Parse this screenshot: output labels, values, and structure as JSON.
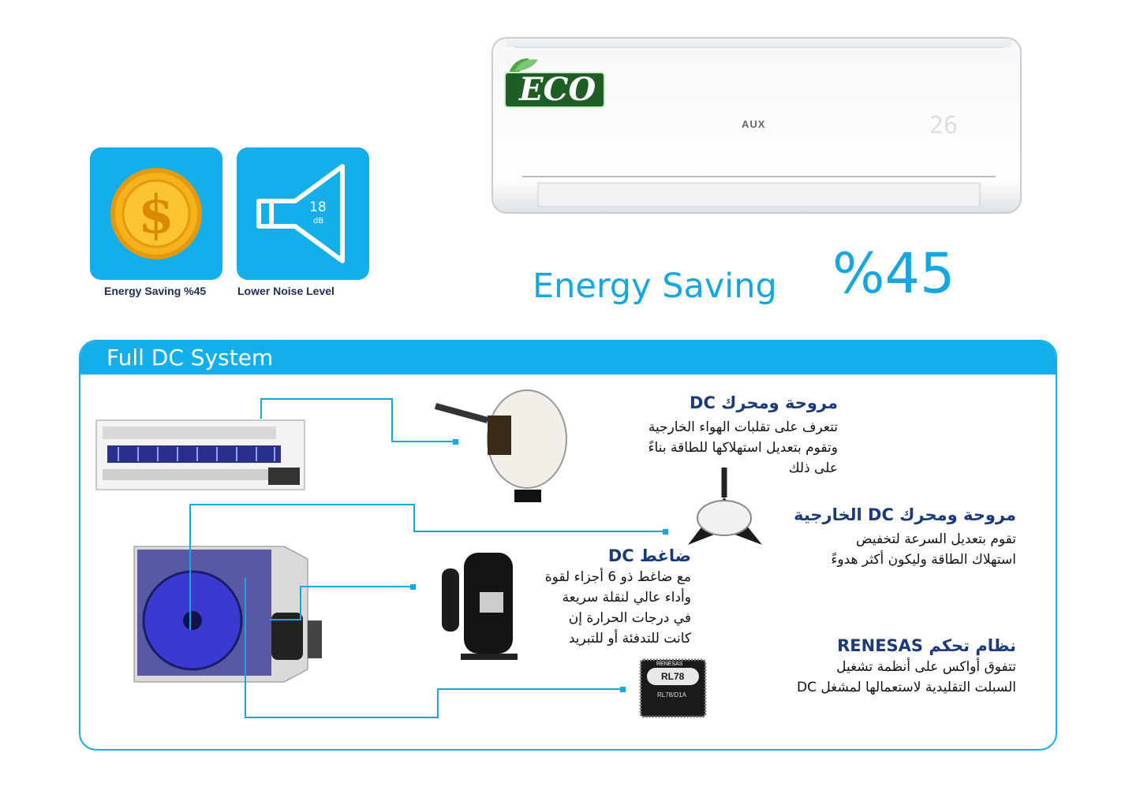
{
  "features": [
    {
      "label": "Energy Saving %45",
      "icon": "coin-dollar-icon"
    },
    {
      "label": "Lower Noise Level",
      "icon": "speaker-icon",
      "value": "18",
      "unit": "dB"
    }
  ],
  "ac_unit": {
    "badge": "ECO",
    "brand": "AUX",
    "display": "26"
  },
  "headline": {
    "label": "Energy Saving",
    "value": "%45"
  },
  "panel": {
    "title": "Full DC System",
    "items": [
      {
        "title": "مروحة ومحرك DC",
        "body": [
          "تتعرف على تقلبات الهواء الخارجية",
          "وتقوم بتعديل استهلاكها للطاقة بناءً",
          "على ذلك"
        ]
      },
      {
        "title": "مروحة ومحرك DC الخارجية",
        "body": [
          "تقوم بتعديل السرعة لتخفيض",
          "استهلاك الطاقة وليكون أكثر هدوءً"
        ]
      },
      {
        "title": "ضاغط DC",
        "body": [
          "مع ضاغط ذو 6 أجزاء لقوة",
          "وأداء عالي لنقلة سريعة",
          "في درجات الحرارة إن",
          "كانت للتدفئة أو للتبريد"
        ]
      },
      {
        "title": "نظام تحكم RENESAS",
        "body": [
          "تتفوق أواكس على أنظمة تشغيل",
          "السبلت التقليدية لاستعمالها لمشغل DC"
        ]
      }
    ],
    "chip": {
      "brand": "RENESAS",
      "model": "RL78",
      "part": "RL78/D1A"
    }
  },
  "colors": {
    "accent": "#14aeea",
    "heading": "#1d3a78",
    "coin": "#f6b21a"
  }
}
